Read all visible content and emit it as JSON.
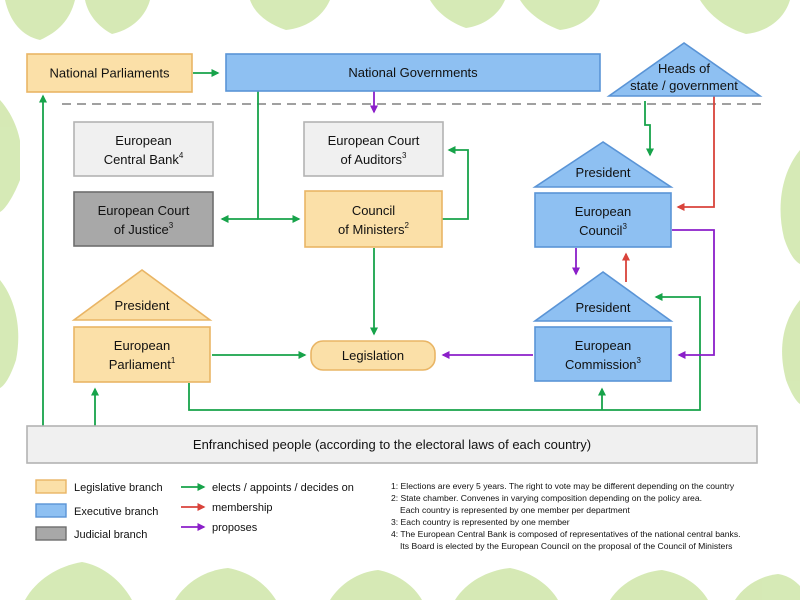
{
  "colors": {
    "legislative_fill": "#fbe0a8",
    "legislative_stroke": "#e9b565",
    "executive_fill": "#8ec0f2",
    "executive_stroke": "#5a94d6",
    "judicial_fill": "#a8a8a8",
    "judicial_stroke": "#6e6e6e",
    "neutral_fill": "#f0f0f0",
    "neutral_stroke": "#b3b3b3",
    "elects": "#17a34a",
    "membership": "#d9433b",
    "proposes": "#8b1fc9",
    "divider": "#a0a0a0",
    "background_leaf": "#cfe6a9"
  },
  "nodes": {
    "national_parliaments": "National Parliaments",
    "national_governments": "National Governments",
    "heads_of_state": {
      "line1": "Heads of",
      "line2": "state / government"
    },
    "ecb": {
      "line1": "European",
      "line2": "Central Bank",
      "sup": "4"
    },
    "court_of_auditors": {
      "line1": "European Court",
      "line2": "of Auditors",
      "sup": "3"
    },
    "court_of_justice": {
      "line1": "European Court",
      "line2": "of Justice",
      "sup": "3"
    },
    "council_of_ministers": {
      "line1": "Council",
      "line2": "of Ministers",
      "sup": "2"
    },
    "council_president": "President",
    "european_council": {
      "line1": "European",
      "line2": "Council",
      "sup": "3"
    },
    "parliament_president": "President",
    "european_parliament": {
      "line1": "European",
      "line2": "Parliament",
      "sup": "1"
    },
    "legislation": "Legislation",
    "commission_president": "President",
    "european_commission": {
      "line1": "European",
      "line2": "Commission",
      "sup": "3"
    },
    "enfranchised_people": "Enfranchised people (according to the electoral laws of each country)"
  },
  "legend": {
    "legislative": "Legislative branch",
    "executive": "Executive branch",
    "judicial": "Judicial branch",
    "elects": "elects / appoints / decides on",
    "membership": "membership",
    "proposes": "proposes"
  },
  "notes": [
    "1: Elections are every 5 years. The right to vote may be different depending on the country",
    "2: State chamber. Convenes in varying composition depending on the policy area.",
    "Each country is represented by one member per department",
    "3: Each country is represented by one member",
    "4: The European Central Bank is composed of representatives of the national central banks.",
    "Its Board is elected by the European Council on the proposal of the Council of Ministers"
  ]
}
